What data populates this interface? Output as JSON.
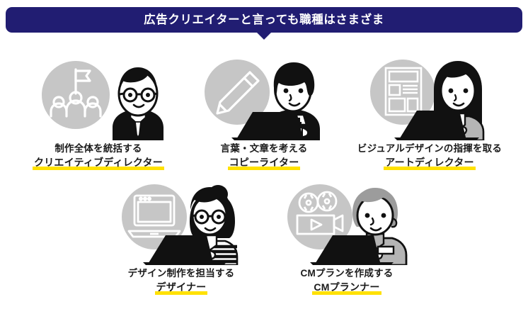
{
  "banner": {
    "title": "広告クリエイターと言っても職種はさまざま",
    "bg_color": "#211d72",
    "text_color": "#ffffff"
  },
  "theme": {
    "highlight_color": "#ffe100",
    "circle_gray": "#c6c6c6",
    "ink": "#1a1a1a",
    "background": "#ffffff"
  },
  "cards": [
    {
      "id": "creative-director",
      "icon": "people-with-flag-icon",
      "figure": "man-in-suit-with-glasses",
      "description": "制作全体を統括する",
      "job_title": "クリエイティブディレクター"
    },
    {
      "id": "copywriter",
      "icon": "pencil-icon",
      "figure": "person-with-bob-hair-at-laptop",
      "description": "言葉・文章を考える",
      "job_title": "コピーライター"
    },
    {
      "id": "art-director",
      "icon": "page-layout-icon",
      "figure": "long-haired-woman-at-laptop",
      "description": "ビジュアルデザインの指揮を取る",
      "job_title": "アートディレクター"
    },
    {
      "id": "designer",
      "icon": "laptop-icon",
      "figure": "woman-with-bun-and-glasses-at-laptop",
      "description": "デザイン制作を担当する",
      "job_title": "デザイナー"
    },
    {
      "id": "cm-planner",
      "icon": "movie-camera-icon",
      "figure": "man-with-gray-hair-at-laptop",
      "description": "CMプランを作成する",
      "job_title": "CMプランナー"
    }
  ]
}
